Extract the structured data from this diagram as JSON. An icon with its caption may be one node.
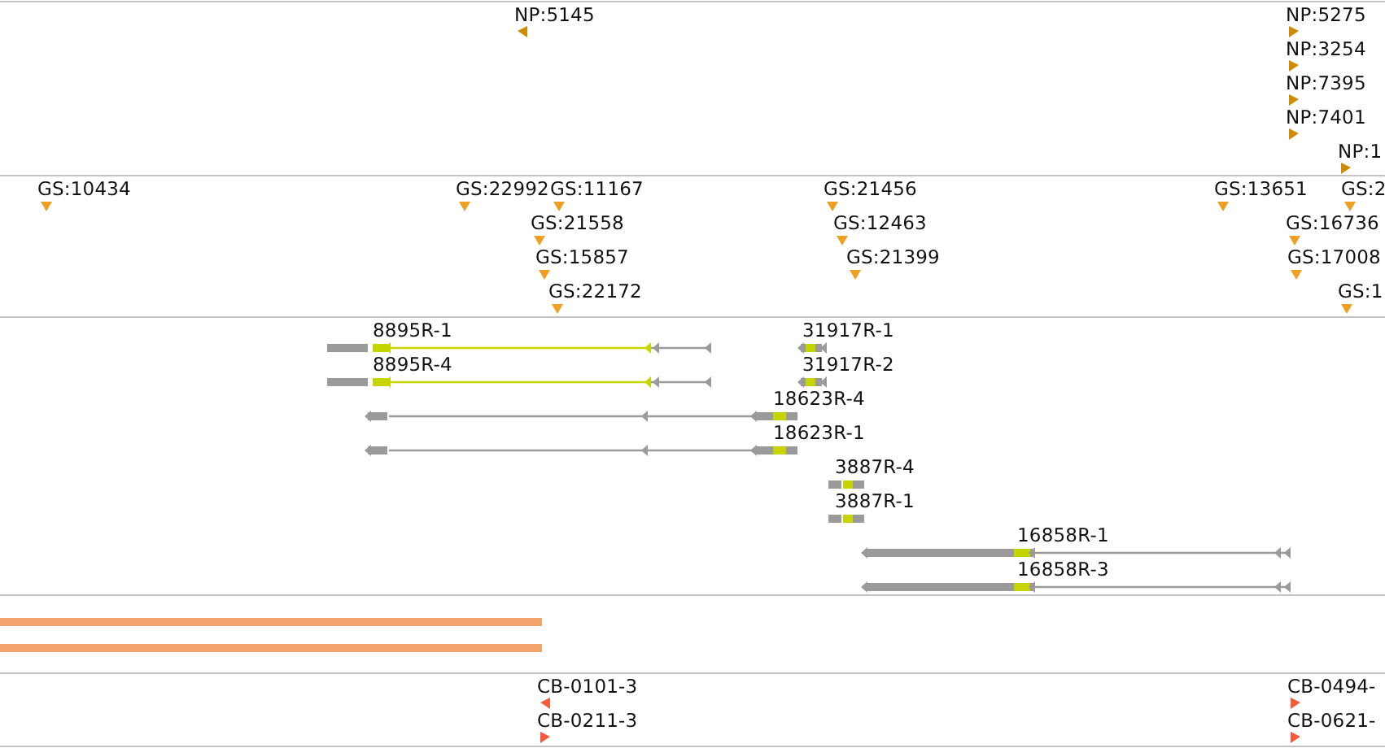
{
  "diagram": {
    "labels": [
      "NP:5145",
      "NP:5275",
      "NP:3254",
      "NP:7395",
      "NP:7401",
      "NP:1",
      "GS:10434",
      "GS:22992",
      "GS:11167",
      "GS:21558",
      "GS:15857",
      "GS:22172",
      "GS:21456",
      "GS:12463",
      "GS:21399",
      "GS:13651",
      "GS:2",
      "GS:16736",
      "GS:17008",
      "GS:1",
      "8895R-1",
      "8895R-4",
      "31917R-1",
      "31917R-2",
      "18623R-4",
      "18623R-1",
      "3887R-4",
      "3887R-1",
      "16858R-1",
      "16858R-3",
      "CB-0101-3",
      "CB-0211-3",
      "CB-0494-",
      "CB-0621-"
    ]
  }
}
